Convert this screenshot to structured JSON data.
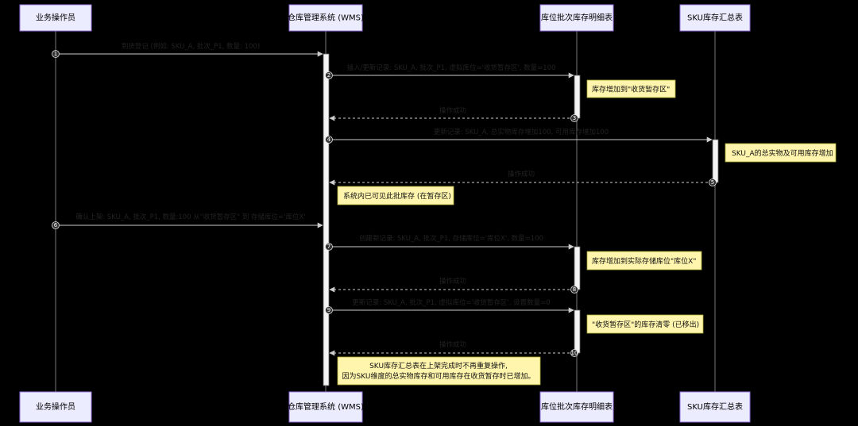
{
  "actors": [
    {
      "id": "op",
      "label": "业务操作员"
    },
    {
      "id": "wms",
      "label": "仓库管理系统 (WMS)"
    },
    {
      "id": "bin",
      "label": "库位批次库存明细表"
    },
    {
      "id": "sku",
      "label": "SKU库存汇总表"
    }
  ],
  "messages": [
    {
      "num": "1",
      "from": "op",
      "to": "wms",
      "style": "solid",
      "text": "到货登记 (例如: SKU_A, 批次_P1, 数量: 100)"
    },
    {
      "num": "2",
      "from": "wms",
      "to": "bin",
      "style": "solid",
      "text": "插入/更新记录: SKU_A, 批次_P1, 虚拟库位='收货暂存区', 数量=100"
    },
    {
      "num": "3",
      "from": "bin",
      "to": "wms",
      "style": "dashed",
      "text": "操作成功"
    },
    {
      "num": "4",
      "from": "wms",
      "to": "sku",
      "style": "solid",
      "text": "更新记录: SKU_A, 总实物库存增加100, 可用库存增加100"
    },
    {
      "num": "5",
      "from": "sku",
      "to": "wms",
      "style": "dashed",
      "text": "操作成功"
    },
    {
      "num": "6",
      "from": "op",
      "to": "wms",
      "style": "solid",
      "text": "确认上架: SKU_A, 批次_P1, 数量:100 从\"收货暂存区\" 到 存储库位='库位X'"
    },
    {
      "num": "7",
      "from": "wms",
      "to": "bin",
      "style": "solid",
      "text": "创建新记录: SKU_A, 批次_P1, 存储库位='库位X', 数量=100"
    },
    {
      "num": "8",
      "from": "bin",
      "to": "wms",
      "style": "dashed",
      "text": "操作成功"
    },
    {
      "num": "9",
      "from": "wms",
      "to": "bin",
      "style": "solid",
      "text": "更新记录: SKU_A, 批次_P1, 虚拟库位='收货暂存区', 设置数量=0"
    },
    {
      "num": "10",
      "from": "bin",
      "to": "wms",
      "style": "dashed",
      "text": "操作成功"
    }
  ],
  "notes": [
    {
      "lines": [
        "库存增加到\"收货暂存区\""
      ]
    },
    {
      "lines": [
        "SKU_A的总实物及可用库存增加"
      ]
    },
    {
      "lines": [
        "系统内已可见此批库存 (在暂存区)"
      ]
    },
    {
      "lines": [
        "库存增加到实际存储库位\"库位X\""
      ]
    },
    {
      "lines": [
        "\"收货暂存区\"的库存清零 (已移出)"
      ]
    },
    {
      "lines": [
        "SKU库存汇总表在上架完成时不再重复操作,",
        "因为SKU维度的总实物库存和可用库存在收货暂存时已增加。"
      ]
    }
  ],
  "colors": {
    "actor_fill": "#ececff",
    "actor_stroke": "#9370db",
    "note_fill": "#fff5ad",
    "background": "#000000"
  }
}
